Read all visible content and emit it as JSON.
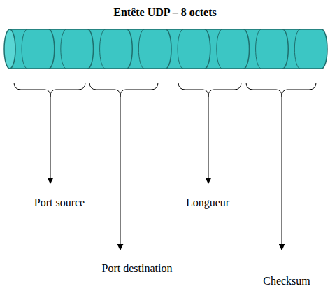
{
  "diagram": {
    "title": "Entête UDP – 8 octets",
    "labels": [
      "Port source",
      "Longueur",
      "Port destination",
      "Checksum"
    ]
  }
}
